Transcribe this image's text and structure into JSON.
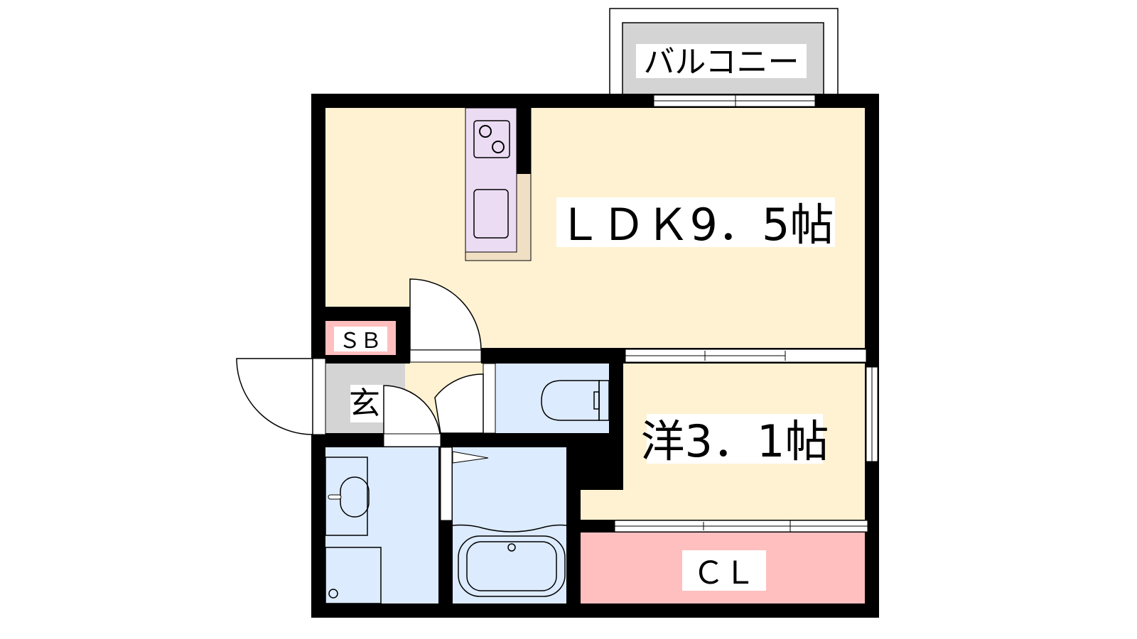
{
  "rooms": {
    "balcony": "バルコニー",
    "ldk": "ＬＤＫ9．5帖",
    "western": "洋3．1帖",
    "closet": "ＣＬ",
    "shoe_box": "ＳＢ",
    "entrance": "玄"
  },
  "colors": {
    "wall": "#000000",
    "living": "#FFF2D2",
    "kitchen": "#EBDCF3",
    "kitchen_counter": "#F1DFC4",
    "wet_area": "#DCEBFD",
    "closet": "#FFBFBF",
    "entrance": "#D4D4D4",
    "balcony": "#D4D4D4"
  }
}
